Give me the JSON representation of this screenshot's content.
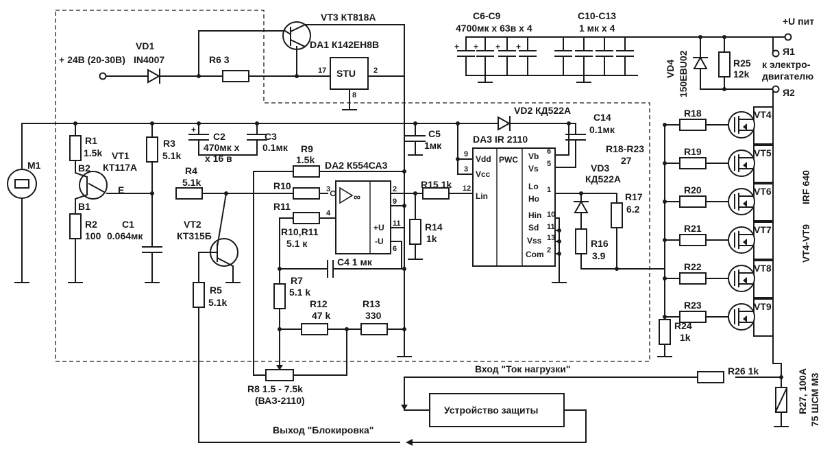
{
  "labels": {
    "vt3": "VT3 КТ818А",
    "da1": "DA1 К142ЕН8В",
    "stu": "STU",
    "vd1": "VD1",
    "vd1_part": "IN4007",
    "supply_in": "+ 24В (20-30В)",
    "r6": "R6 3",
    "c6_c9": "C6-C9",
    "c6_c9_val": "4700мк х 63в х 4",
    "c10_c13": "C10-C13",
    "c10_c13_val": "1 мк х 4",
    "u_pit": "+U пит",
    "ya1": "Я1",
    "to_motor_1": "к электро-",
    "to_motor_2": "двигателю",
    "ya2": "Я2",
    "vd4": "VD4",
    "vd4_part": "150EBU02",
    "r25": "R25",
    "r25_val": "12k",
    "m1": "M1",
    "r1": "R1",
    "r1_val": "1.5k",
    "vt1": "VT1",
    "vt1_part": "КТ117А",
    "b2": "B2",
    "b1": "B1",
    "e": "E",
    "r2": "R2",
    "r2_val": "100",
    "r3": "R3",
    "r3_val": "5.1k",
    "c2": "C2",
    "c2_val1": "470мк х",
    "c2_val2": "х 16 в",
    "c3": "C3",
    "c3_val": "0.1мк",
    "c1": "C1",
    "c1_val": "0.064мк",
    "r4": "R4",
    "r4_val": "5.1k",
    "vt2": "VT2",
    "vt2_part": "КТ315Б",
    "r5": "R5",
    "r5_val": "5.1k",
    "r9": "R9",
    "r9_val": "1.5k",
    "da2": "DA2 К554СА3",
    "r10": "R10",
    "r11": "R11",
    "r10_r11": "R10,R11",
    "r10_r11_val": "5.1 к",
    "c4": "C4 1 мк",
    "r7": "R7",
    "r7_val": "5.1 k",
    "r12": "R12",
    "r12_val": "47 k",
    "r13": "R13",
    "r13_val": "330",
    "r8": "R8 1.5 - 7.5k",
    "r8_part": "(ВАЗ-2110)",
    "c5": "C5",
    "c5_val": "1мк",
    "r14": "R14",
    "r14_val": "1k",
    "r15": "R15 1k",
    "vd2": "VD2 КД522А",
    "c14": "C14",
    "c14_val": "0.1мк",
    "da3": "DA3 IR 2110",
    "pwc": "PWC",
    "vd3": "VD3",
    "vd3_part": "КД522А",
    "r17": "R17",
    "r17_val": "6.2",
    "r16": "R16",
    "r16_val": "3.9",
    "r18_r23": "R18-R23",
    "r18_r23_val": "27",
    "vt4_vt9": "VT4-VT9",
    "irf640": "IRF 640",
    "r24": "R24",
    "r24_val": "1k",
    "r26": "R26 1k",
    "r27": "R27, 100A",
    "r27_part": "75 ШСМ М3",
    "input_current": "Вход \"Ток нагрузки\"",
    "protection": "Устройство защиты",
    "output_block": "Выход \"Блокировка\"",
    "stu_pins": [
      "17",
      "2",
      "8"
    ],
    "da2_pins": [
      "3",
      "4",
      "2",
      "9",
      "11",
      "6"
    ],
    "da2_sup": [
      "+U",
      "-U"
    ],
    "da3_pins_left": [
      "9",
      "3",
      "12"
    ],
    "da3_pins_left_names": [
      "Vdd",
      "Vcc",
      "Lin"
    ],
    "da3_pins_right": [
      "6",
      "5",
      "1",
      "10",
      "11",
      "13",
      "2"
    ],
    "da3_pins_right_names": [
      "Vb",
      "Vs",
      "Lo",
      "Ho",
      "Hin",
      "Sd",
      "Vss",
      "Com"
    ],
    "mosfets": [
      {
        "r": "R18",
        "vt": "VT4"
      },
      {
        "r": "R19",
        "vt": "VT5"
      },
      {
        "r": "R20",
        "vt": "VT6"
      },
      {
        "r": "R21",
        "vt": "VT7"
      },
      {
        "r": "R22",
        "vt": "VT8"
      },
      {
        "r": "R23",
        "vt": "VT9"
      }
    ]
  }
}
